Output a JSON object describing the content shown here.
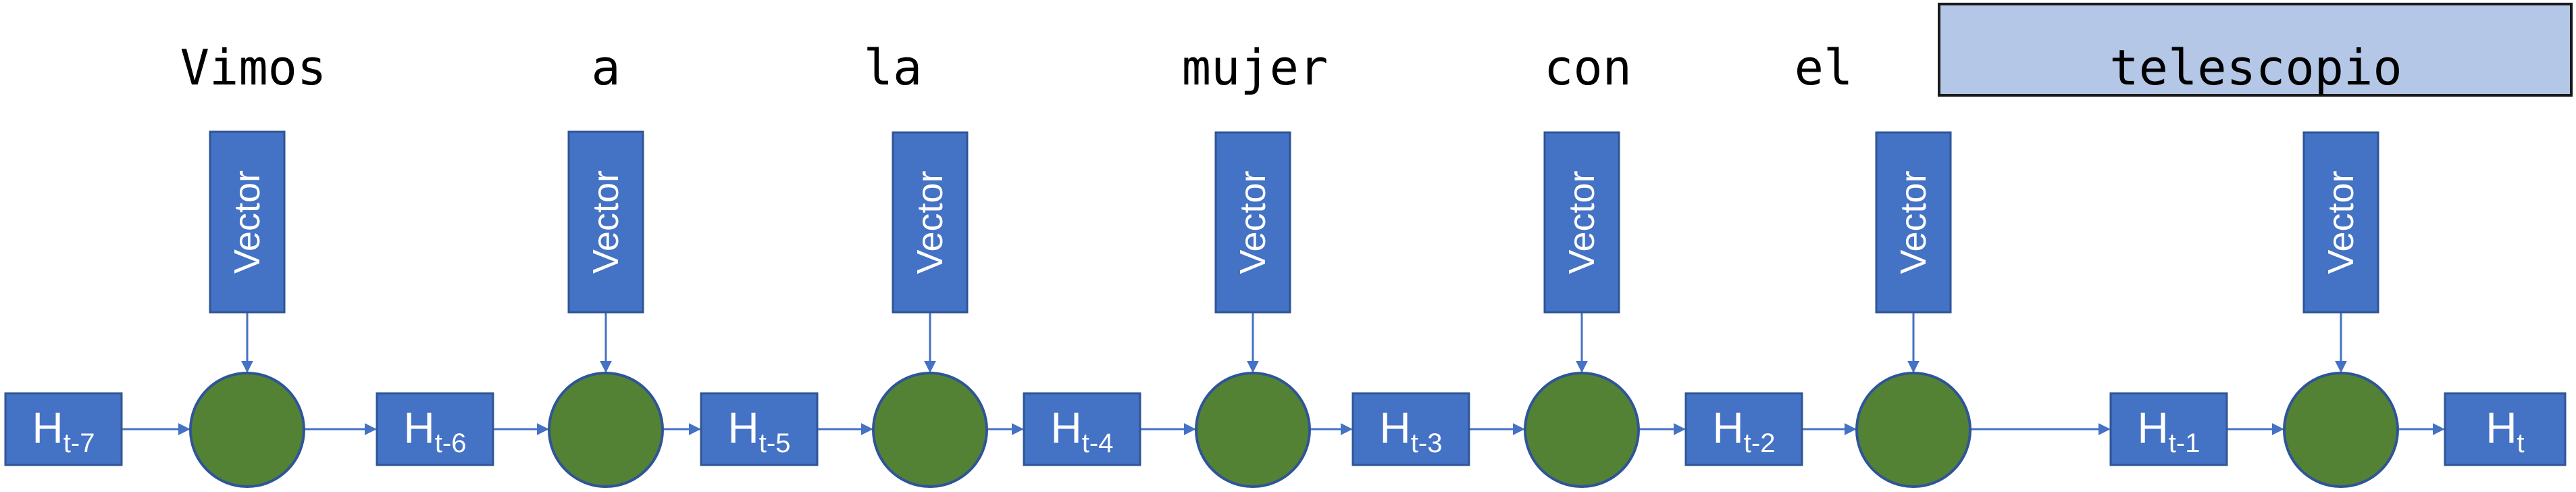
{
  "words": [
    "Vimos",
    "a",
    "la",
    "mujer",
    "con",
    "el",
    "telescopio"
  ],
  "highlighted_word_index": 6,
  "vector_label": "Vector",
  "hidden_states": [
    {
      "main": "H",
      "sub": "t-7"
    },
    {
      "main": "H",
      "sub": "t-6"
    },
    {
      "main": "H",
      "sub": "t-5"
    },
    {
      "main": "H",
      "sub": "t-4"
    },
    {
      "main": "H",
      "sub": "t-3"
    },
    {
      "main": "H",
      "sub": "t-2"
    },
    {
      "main": "H",
      "sub": "t-1"
    },
    {
      "main": "H",
      "sub": "t"
    }
  ],
  "colors": {
    "box_fill": "#4472c4",
    "box_stroke": "#2f5597",
    "node_fill": "#548235",
    "node_stroke": "#2f5597",
    "highlight_fill": "#b4c7e7",
    "highlight_stroke": "#1a1a1a",
    "arrow": "#4472c4"
  }
}
